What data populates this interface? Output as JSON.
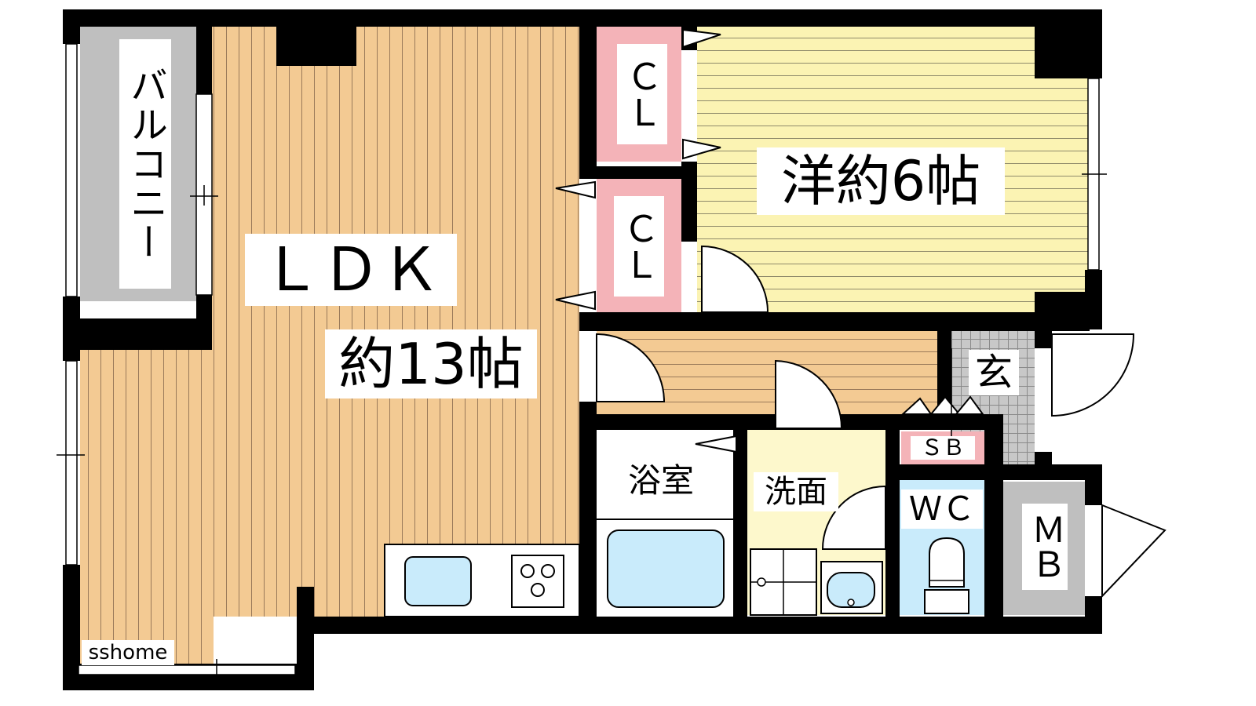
{
  "rooms": {
    "balcony": "バルコニー",
    "ldk_name": "ＬＤＫ",
    "ldk_size": "約13帖",
    "western_room": "洋約6帖",
    "closet_upper": "ＣＬ",
    "closet_lower": "ＣＬ",
    "entrance": "玄",
    "shoe_box": "ＳＢ",
    "bathroom": "浴室",
    "washroom": "洗面",
    "toilet": "ＷＣ",
    "meter_box": "ＭＢ"
  },
  "watermark": "sshome",
  "colors": {
    "floor_wood": "#f3ca93",
    "floor_yellow": "#fbf3b3",
    "closet_pink": "#f4b3b8",
    "balcony_gray": "#bfbfbf",
    "wall": "#000000",
    "water_blue": "#c9ebfb",
    "washroom_cream": "#fdf8cc",
    "entrance_tile": "#c8c8c8"
  }
}
